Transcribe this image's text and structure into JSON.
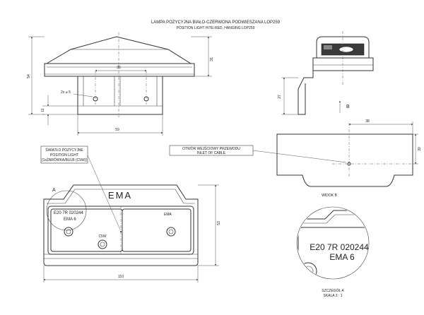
{
  "title": {
    "pl": "LAMPA POZYCYJNA BIAŁO-CZERWONA PODWIESZANA LOP259",
    "en": "POSITION LIGHT HITE-RED, HANGING LOP259"
  },
  "dimensions": {
    "top_height_left": "54",
    "top_height_right": "31",
    "hole_spacing": "36",
    "hole_callout": "2x ⌀ 5",
    "bracket_height": "11",
    "bracket_width": "59",
    "side_height": "27",
    "cable_x": "38",
    "cable_y": "30",
    "front_height": "53",
    "front_width": "110"
  },
  "labels": {
    "view_arrow": "B",
    "cable_pl": "OTWÓR WEJŚCIOWY PRZEWODU",
    "cable_en": "INLET OF CABLE",
    "view_b": "WIDOK B",
    "position_pl": "ŚWIATŁO POZYCYJNE",
    "position_en": "POSITION LIGHT",
    "bulb": "[1xŻARÓWKA/BULB (C5W)]",
    "detail_ref": "A",
    "brand": "EMA",
    "approval": "E20 7R 020244",
    "lens_model": "EMA 6",
    "bulb_type": "C5W",
    "detail_title": "SZCZEGÓŁ A",
    "detail_scale": "SKALA 3 : 1"
  }
}
